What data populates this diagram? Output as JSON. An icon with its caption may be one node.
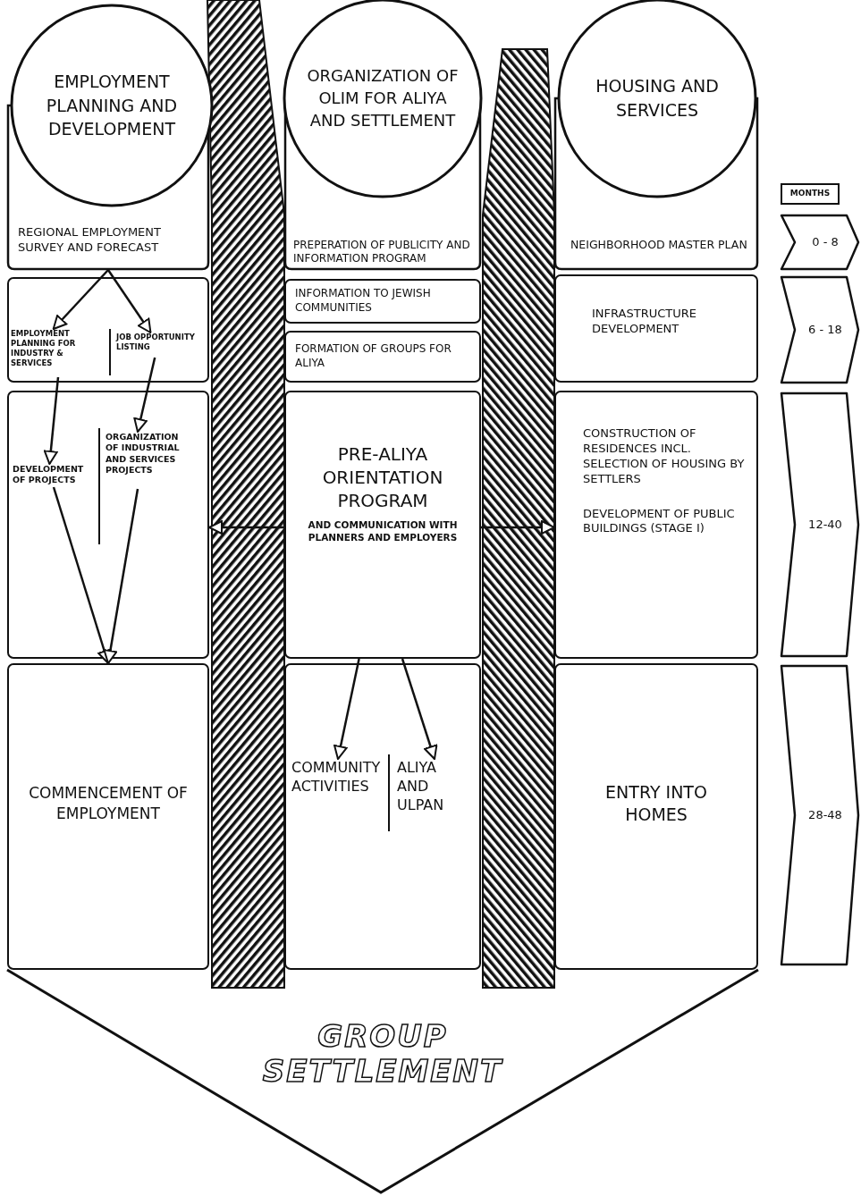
{
  "diagram": {
    "nodes": [
      {
        "text": [
          "EMPLOYMENT PLANNING AND DEVELOPMENT",
          "REGIONAL EMPLOYMENT SURVEY AND FORECAST"
        ]
      },
      {
        "text": [
          "ORGANIZATION OF OLIM FOR ALIYA AND SETTLEMENT",
          "PREPERATION OF PUBLICITY AND INFORMATION PROGRAM"
        ]
      },
      {
        "text": [
          "HOUSING AND SERVICES",
          "NEIGHBORHOOD MASTER PLAN"
        ]
      },
      {
        "text": [
          "MONTHS"
        ]
      },
      {
        "text": [
          "0 - 8"
        ]
      },
      {
        "text": [],
        "shape": "box"
      },
      {
        "text": [
          "EMPLOYMENT PLANNING FOR INDUSTRY & SERVICES"
        ],
        "in": 5
      },
      {
        "text": [
          "JOB OPPORTUNITY LISTING"
        ],
        "in": 5
      },
      {
        "text": [
          "INFORMATION TO JEWISH COMMUNITIES"
        ]
      },
      {
        "text": [
          "FORMATION OF GROUPS FOR ALIYA"
        ]
      },
      {
        "text": [
          "INFRASTRUCTURE DEVELOPMENT"
        ]
      },
      {
        "text": [
          "6 - 18"
        ]
      },
      {
        "text": [],
        "shape": "box"
      },
      {
        "text": [
          "DEVELOPMENT OF PROJECTS"
        ],
        "in": 12
      },
      {
        "text": [
          "ORGANIZATION OF INDUSTRIAL AND SERVICES PROJECTS"
        ],
        "in": 12
      },
      {
        "text": [
          "PRE-ALIYA ORIENTATION PROGRAM",
          "AND COMMUNICATION WITH PLANNERS AND EMPLOYERS"
        ]
      },
      {
        "text": [
          "CONSTRUCTION OF RESIDENCES INCL. SELECTION OF HOUSING BY SETTLERS",
          "DEVELOPMENT OF PUBLIC BUILDINGS (STAGE I)"
        ]
      },
      {
        "text": [
          "12-40"
        ]
      },
      {
        "text": [
          "COMMENCEMENT OF EMPLOYMENT"
        ]
      },
      {
        "text": [],
        "shape": "box"
      },
      {
        "text": [
          "COMMUNITY ACTIVITIES"
        ],
        "in": 19
      },
      {
        "text": [
          "ALIYA AND ULPAN"
        ],
        "in": 19
      },
      {
        "text": [
          "ENTRY INTO HOMES"
        ]
      },
      {
        "text": [
          "28-48"
        ]
      },
      {
        "text": [
          "GROUP SETTLEMENT"
        ]
      }
    ],
    "edges": [
      {
        "from": 0,
        "to": 6,
        "arrow": "to"
      },
      {
        "from": 0,
        "to": 7,
        "arrow": "to"
      },
      {
        "from": 6,
        "to": 13,
        "arrow": "to"
      },
      {
        "from": 7,
        "to": 14,
        "arrow": "to"
      },
      {
        "from": 13,
        "to": 18,
        "arrow": "to"
      },
      {
        "from": 14,
        "to": 18,
        "arrow": "to"
      },
      {
        "from": 15,
        "to": 12,
        "arrow": "to"
      },
      {
        "from": 15,
        "to": 16,
        "arrow": "to"
      },
      {
        "from": 15,
        "to": 20,
        "arrow": "to"
      },
      {
        "from": 15,
        "to": 21,
        "arrow": "to"
      }
    ]
  }
}
